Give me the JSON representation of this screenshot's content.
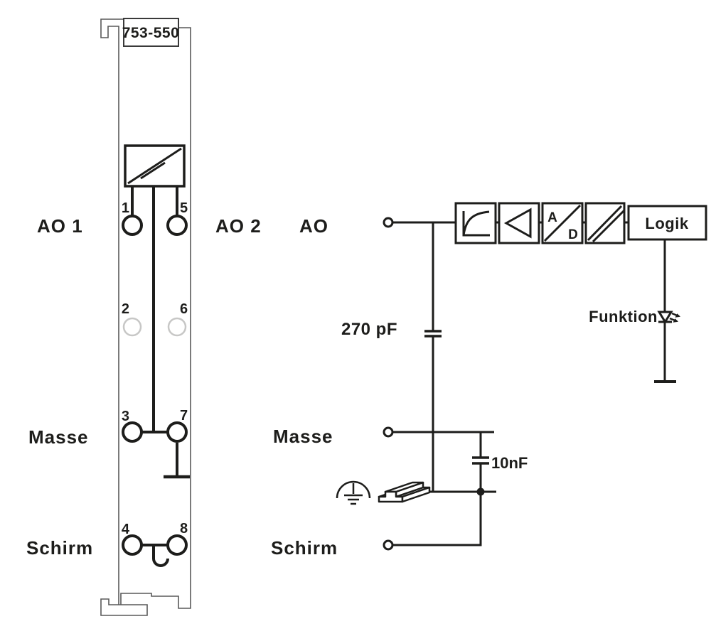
{
  "module": {
    "part_number": "753-550",
    "labels": {
      "ao1": "AO 1",
      "ao2": "AO 2",
      "masse": "Masse",
      "schirm": "Schirm"
    },
    "terminals": {
      "t1": "1",
      "t2": "2",
      "t3": "3",
      "t4": "4",
      "t5": "5",
      "t6": "6",
      "t7": "7",
      "t8": "8"
    }
  },
  "schematic": {
    "labels": {
      "ao": "AO",
      "masse": "Masse",
      "schirm": "Schirm",
      "funktion": "Funktion"
    },
    "values": {
      "cap_output": "270 pF",
      "cap_shield": "10nF"
    },
    "blocks": {
      "logic": "Logik",
      "converter_a": "A",
      "converter_d": "D"
    },
    "icons": {
      "dac": "d-a-converter",
      "filter": "limiter-curve",
      "amplifier": "amplifier-triangle",
      "isolation": "galvanic-isolation",
      "led": "led",
      "earth": "functional-earth",
      "rail": "din-rail"
    }
  },
  "colors": {
    "line": "#1d1d1b",
    "module_outline": "#595959",
    "inactive_terminal": "#c7c7c6",
    "background": "#ffffff"
  }
}
